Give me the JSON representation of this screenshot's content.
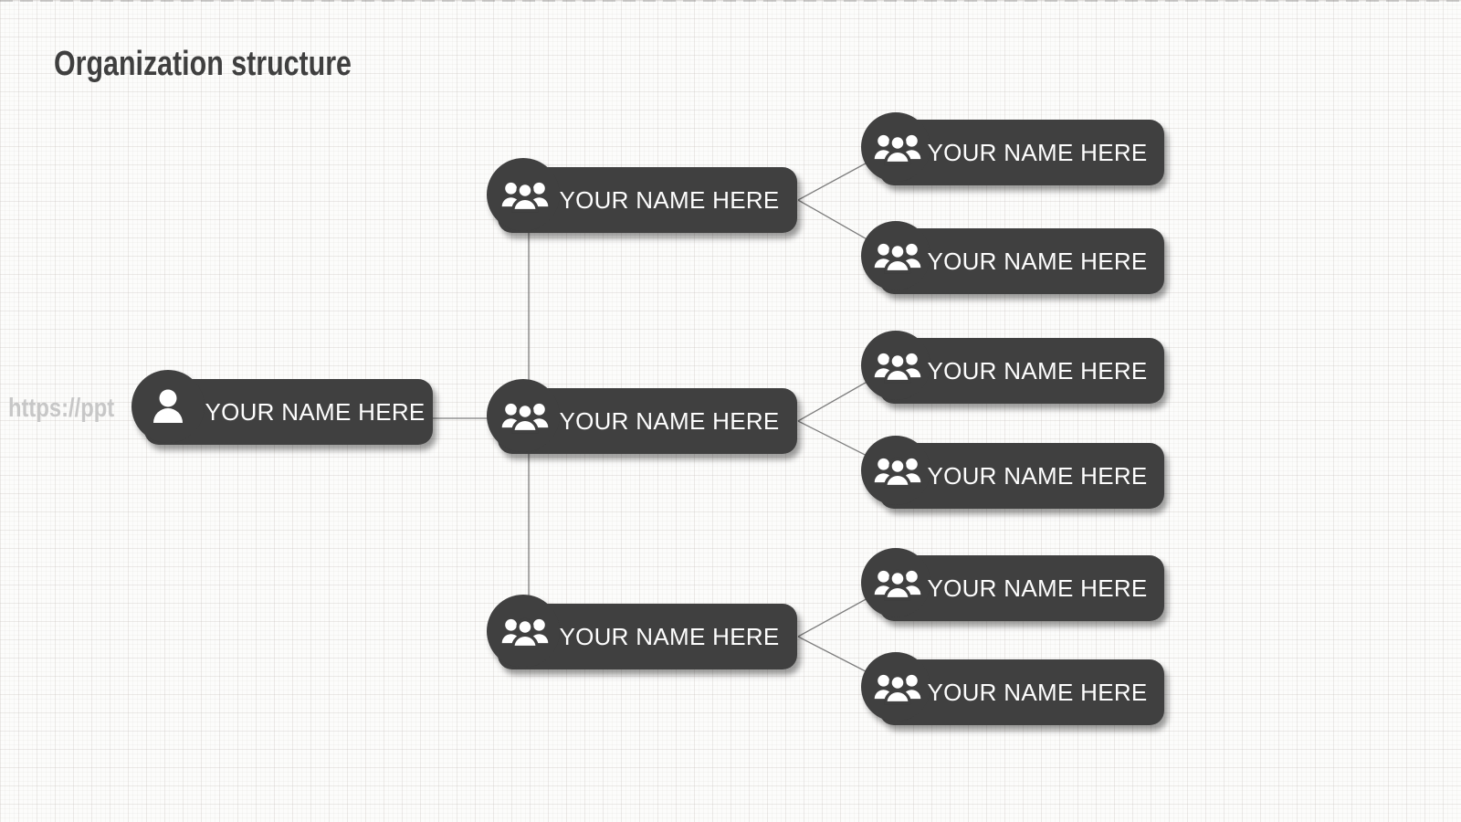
{
  "slide": {
    "title": "Organization structure",
    "watermark": "https://ppt"
  },
  "org_chart": {
    "root": {
      "label": "YOUR NAME HERE",
      "icon": "person-icon"
    },
    "managers": [
      {
        "label": "YOUR NAME HERE",
        "icon": "people-icon",
        "reports": [
          {
            "label": "YOUR NAME HERE",
            "icon": "people-icon"
          },
          {
            "label": "YOUR NAME HERE",
            "icon": "people-icon"
          }
        ]
      },
      {
        "label": "YOUR NAME HERE",
        "icon": "people-icon",
        "reports": [
          {
            "label": "YOUR NAME HERE",
            "icon": "people-icon"
          },
          {
            "label": "YOUR NAME HERE",
            "icon": "people-icon"
          }
        ]
      },
      {
        "label": "YOUR NAME HERE",
        "icon": "people-icon",
        "reports": [
          {
            "label": "YOUR NAME HERE",
            "icon": "people-icon"
          },
          {
            "label": "YOUR NAME HERE",
            "icon": "people-icon"
          }
        ]
      }
    ]
  },
  "colors": {
    "node_fill": "#3f3f3f",
    "node_text": "#fdfdfd",
    "connector": "#7d7d7d",
    "title_text": "#3f3f3f",
    "watermark_text": "#c7c7c7"
  }
}
